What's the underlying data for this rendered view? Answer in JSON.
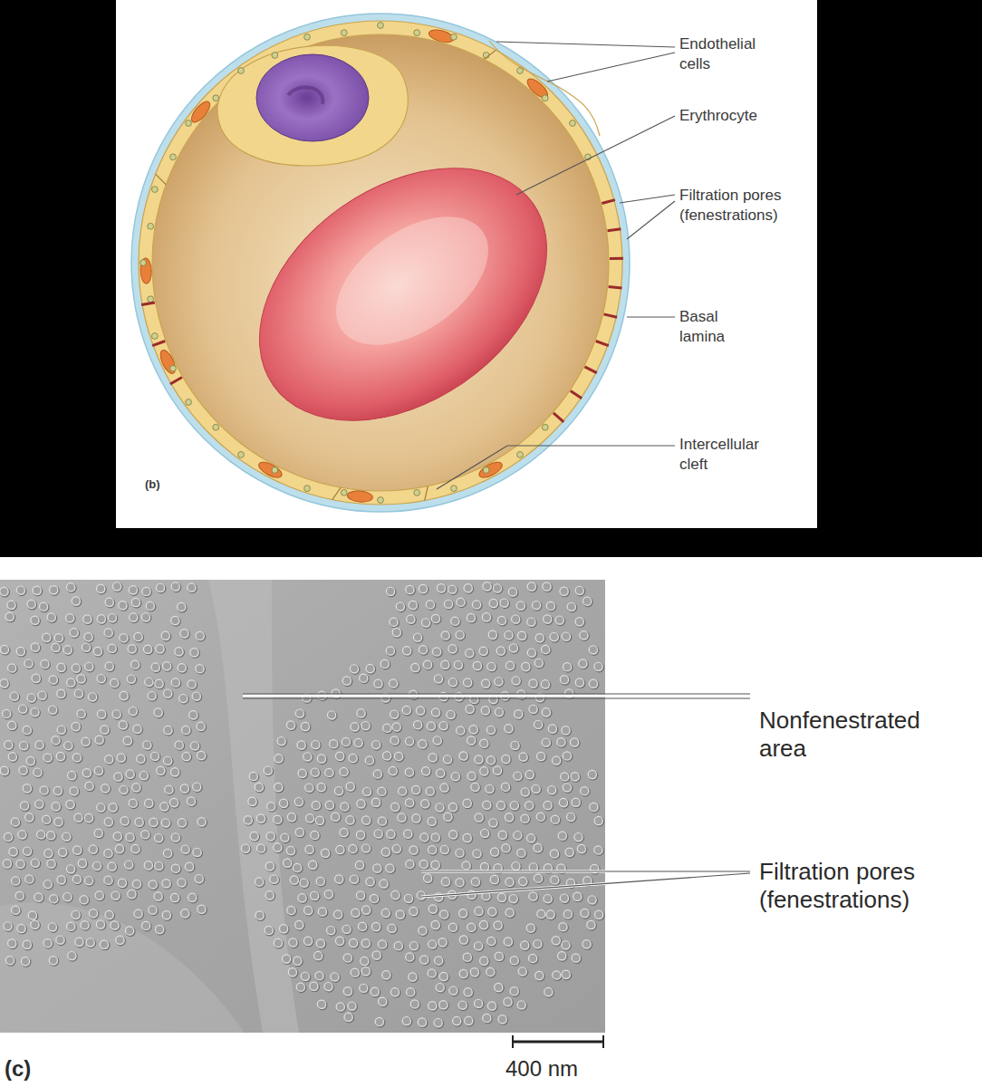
{
  "diagram": {
    "labels": [
      "Endothelial cells",
      "Erythrocyte",
      "Filtration pores (fenestrations)",
      "Basal lamina",
      "Intercellular cleft",
      "(b)",
      "Nonfenestrated area",
      "Filtration pores (fenestrations)",
      "(c)",
      "400 nm"
    ]
  }
}
